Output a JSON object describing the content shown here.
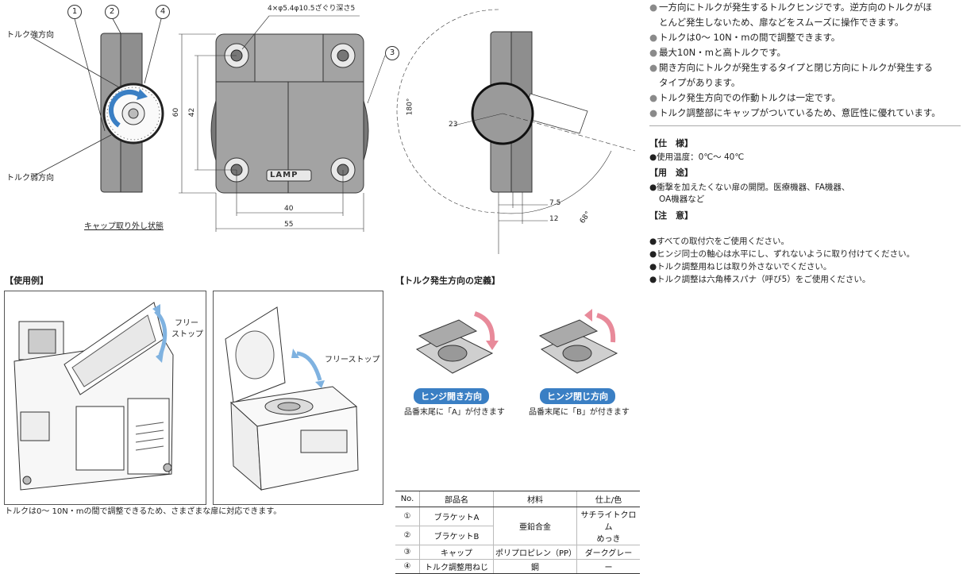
{
  "drawing": {
    "callout_1": "1",
    "callout_2": "2",
    "callout_3": "3",
    "callout_4": "4",
    "label_torque_strong": "トルク強方向",
    "label_torque_weak": "トルク弱方向",
    "label_cap_removed": "キャップ取り外し状態",
    "hole_spec": "4×φ5.4φ10.5ざぐり深さ5",
    "dim_60": "60",
    "dim_42": "42",
    "dim_40": "40",
    "dim_55": "55",
    "logo_text": "LAMP",
    "dim_180": "180°",
    "dim_23": "23",
    "dim_7_5": "7.5",
    "dim_12": "12",
    "dim_68": "68°"
  },
  "features": [
    "一方向にトルクが発生するトルクヒンジです。逆方向のトルクがほ",
    "とんど発生しないため、扉などをスムーズに操作できます。",
    "トルクは0～ 10N・mの間で調整できます。",
    "最大10N・mと高トルクです。",
    "開き方向にトルクが発生するタイプと閉じ方向にトルクが発生する",
    "タイプがあります。",
    "トルク発生方向での作動トルクは一定です。",
    "トルク調整部にキャップがついているため、意匠性に優れています。"
  ],
  "specs": {
    "title": "【仕　様】",
    "temp": "●使用温度：0℃～ 40℃",
    "use_title": "【用　途】",
    "use_1": "●衝撃を加えたくない扉の開閉。医療機器、FA機器、",
    "use_2": "OA機器など",
    "caution_title": "【注　意】",
    "caution_1": "●すべての取付穴をご使用ください。",
    "caution_2": "●ヒンジ同士の軸心は水平にし、ずれないように取り付けてください。",
    "caution_3": "●トルク調整用ねじは取り外さないでください。",
    "caution_4": "●トルク調整は六角棒スパナ（呼び5）をご使用ください。"
  },
  "usage": {
    "title": "【使用例】",
    "free_stop_1a": "フリー",
    "free_stop_1b": "ストップ",
    "free_stop_2": "フリーストップ",
    "caption": "トルクは0～ 10N・mの間で調整できるため、さまざまな扉に対応できます。"
  },
  "torque_def": {
    "title": "【トルク発生方向の定義】",
    "open_label": "ヒンジ開き方向",
    "open_note": "品番末尾に「A」が付きます",
    "close_label": "ヒンジ閉じ方向",
    "close_note": "品番末尾に「B」が付きます"
  },
  "parts_table": {
    "headers": [
      "No.",
      "部品名",
      "材料",
      "仕上/色"
    ],
    "rows": [
      {
        "no": "①",
        "name": "ブラケットA"
      },
      {
        "no": "②",
        "name": "ブラケットB"
      },
      {
        "no": "③",
        "name": "キャップ",
        "material": "ポリプロピレン（PP）",
        "finish": "ダークグレー"
      },
      {
        "no": "④",
        "name": "トルク調整用ねじ",
        "material": "鋼",
        "finish": "ー"
      }
    ],
    "zinc_alloy": "亜鉛合金",
    "satin_chrome": "サチライトクロム",
    "plating": "めっき"
  },
  "colors": {
    "accent_blue": "#3a7fc4",
    "arrow_pink": "#e88a9a",
    "part_gray": "#9a9a9a"
  }
}
